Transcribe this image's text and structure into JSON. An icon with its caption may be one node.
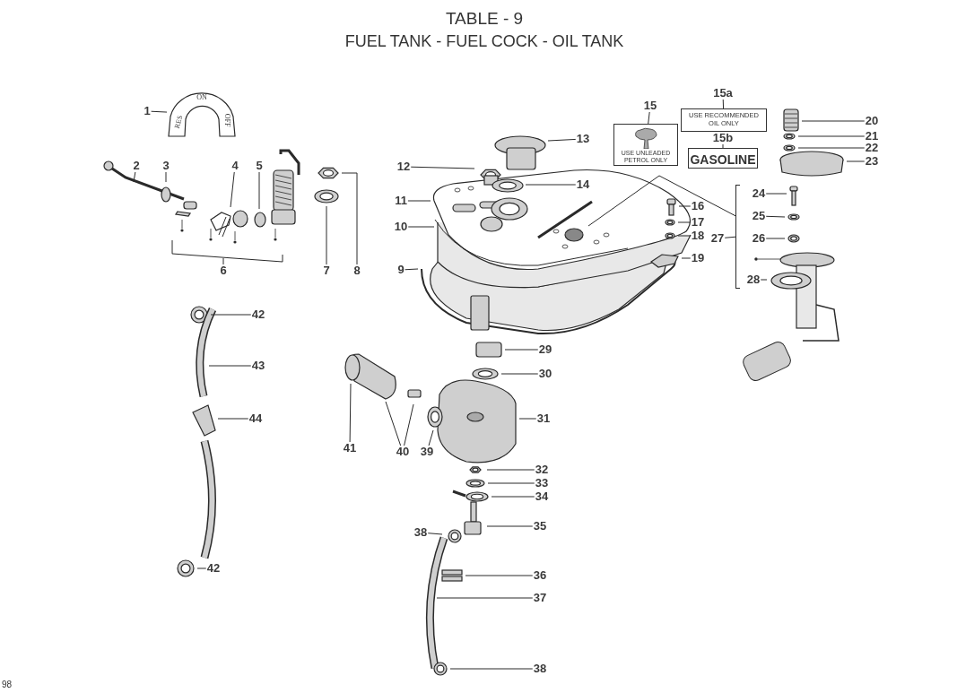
{
  "diagram": {
    "title": "TABLE - 9",
    "nodes": [
      {
        "text": [
          "1"
        ]
      },
      {
        "text": [
          "2"
        ]
      },
      {
        "text": [
          "3"
        ]
      },
      {
        "text": [
          "4"
        ]
      },
      {
        "text": [
          "5"
        ]
      },
      {
        "text": [
          "6"
        ]
      },
      {
        "text": [
          "7"
        ]
      },
      {
        "text": [
          "8"
        ]
      },
      {
        "text": [
          "9"
        ]
      },
      {
        "text": [
          "10"
        ]
      },
      {
        "text": [
          "11"
        ]
      },
      {
        "text": [
          "12"
        ]
      },
      {
        "text": [
          "13"
        ]
      },
      {
        "text": [
          "14"
        ]
      },
      {
        "text": [
          "15"
        ]
      },
      {
        "text": [
          "USE UNLEADED PETROL ONLY"
        ]
      },
      {
        "text": [
          "15a"
        ]
      },
      {
        "text": [
          "USE RECOMMENDED OIL ONLY"
        ]
      },
      {
        "text": [
          "15b"
        ]
      },
      {
        "text": [
          "GASOLINE"
        ]
      },
      {
        "text": [
          "16"
        ]
      },
      {
        "text": [
          "17"
        ]
      },
      {
        "text": [
          "18"
        ]
      },
      {
        "text": [
          "19"
        ]
      },
      {
        "text": [
          "20"
        ]
      },
      {
        "text": [
          "21"
        ]
      },
      {
        "text": [
          "22"
        ]
      },
      {
        "text": [
          "23"
        ]
      },
      {
        "text": [
          "24"
        ]
      },
      {
        "text": [
          "25"
        ]
      },
      {
        "text": [
          "26"
        ]
      },
      {
        "text": [
          "27"
        ]
      },
      {
        "text": [
          "28"
        ]
      },
      {
        "text": [
          "29"
        ]
      },
      {
        "text": [
          "30"
        ]
      },
      {
        "text": [
          "31"
        ]
      },
      {
        "text": [
          "32"
        ]
      },
      {
        "text": [
          "33"
        ]
      },
      {
        "text": [
          "34"
        ]
      },
      {
        "text": [
          "35"
        ]
      },
      {
        "text": [
          "36"
        ]
      },
      {
        "text": [
          "37"
        ]
      },
      {
        "text": [
          "38"
        ]
      },
      {
        "text": [
          "38"
        ]
      },
      {
        "text": [
          "39"
        ]
      },
      {
        "text": [
          "40"
        ]
      },
      {
        "text": [
          "41"
        ]
      },
      {
        "text": [
          "42"
        ]
      },
      {
        "text": [
          "42"
        ]
      },
      {
        "text": [
          "43"
        ]
      },
      {
        "text": [
          "44"
        ]
      },
      {
        "text": [],
        "shape": "bar"
      },
      {
        "text": [
          "ON",
          "RES",
          "OFF"
        ]
      }
    ],
    "edges": [
      {
        "from": 0,
        "to": 52,
        "arrow": "none"
      },
      {
        "from": 1,
        "to": null,
        "arrow": "none"
      },
      {
        "from": 2,
        "to": null,
        "arrow": "none"
      },
      {
        "from": 3,
        "to": null,
        "arrow": "none"
      },
      {
        "from": 4,
        "to": null,
        "arrow": "none"
      },
      {
        "from": 5,
        "to": null,
        "arrow": "none"
      },
      {
        "from": 6,
        "to": null,
        "arrow": "none"
      },
      {
        "from": 7,
        "to": null,
        "arrow": "none"
      },
      {
        "from": 8,
        "to": null,
        "arrow": "none"
      },
      {
        "from": 9,
        "to": null,
        "arrow": "none"
      },
      {
        "from": 10,
        "to": null,
        "arrow": "none"
      },
      {
        "from": 11,
        "to": null,
        "arrow": "none"
      },
      {
        "from": 12,
        "to": null,
        "arrow": "none"
      },
      {
        "from": 13,
        "to": null,
        "arrow": "none"
      },
      {
        "from": 14,
        "to": 15,
        "arrow": "none"
      },
      {
        "from": 16,
        "to": 17,
        "arrow": "none"
      },
      {
        "from": 18,
        "to": 19,
        "arrow": "none"
      },
      {
        "from": 20,
        "to": null,
        "arrow": "none"
      },
      {
        "from": 21,
        "to": null,
        "arrow": "none"
      },
      {
        "from": 22,
        "to": null,
        "arrow": "none"
      },
      {
        "from": 23,
        "to": null,
        "arrow": "none"
      },
      {
        "from": 24,
        "to": null,
        "arrow": "none"
      },
      {
        "from": 25,
        "to": null,
        "arrow": "none"
      },
      {
        "from": 26,
        "to": null,
        "arrow": "none"
      },
      {
        "from": 27,
        "to": null,
        "arrow": "none"
      },
      {
        "from": 28,
        "to": null,
        "arrow": "none"
      },
      {
        "from": 29,
        "to": null,
        "arrow": "none"
      },
      {
        "from": 30,
        "to": null,
        "arrow": "none"
      },
      {
        "from": 31,
        "to": 51,
        "arrow": "none"
      },
      {
        "from": 32,
        "to": null,
        "arrow": "none"
      },
      {
        "from": 33,
        "to": null,
        "arrow": "none"
      },
      {
        "from": 34,
        "to": null,
        "arrow": "none"
      },
      {
        "from": 35,
        "to": null,
        "arrow": "none"
      },
      {
        "from": 36,
        "to": null,
        "arrow": "none"
      },
      {
        "from": 37,
        "to": null,
        "arrow": "none"
      },
      {
        "from": 38,
        "to": null,
        "arrow": "none"
      },
      {
        "from": 39,
        "to": null,
        "arrow": "none"
      },
      {
        "from": 40,
        "to": null,
        "arrow": "none"
      },
      {
        "from": 41,
        "to": null,
        "arrow": "none"
      },
      {
        "from": 42,
        "to": null,
        "arrow": "none"
      },
      {
        "from": 43,
        "to": null,
        "arrow": "none"
      },
      {
        "from": 44,
        "to": null,
        "arrow": "none"
      },
      {
        "from": 45,
        "to": null,
        "arrow": "none"
      },
      {
        "from": 45,
        "to": null,
        "arrow": "none"
      },
      {
        "from": 46,
        "to": null,
        "arrow": "none"
      },
      {
        "from": 47,
        "to": null,
        "arrow": "none"
      },
      {
        "from": 48,
        "to": null,
        "arrow": "none"
      },
      {
        "from": 49,
        "to": null,
        "arrow": "none"
      },
      {
        "from": 50,
        "to": null,
        "arrow": "none"
      },
      {
        "from": 51,
        "to": null,
        "arrow": "none"
      }
    ],
    "labels": [
      "FUEL TANK - FUEL COCK - OIL TANK",
      "98"
    ]
  }
}
